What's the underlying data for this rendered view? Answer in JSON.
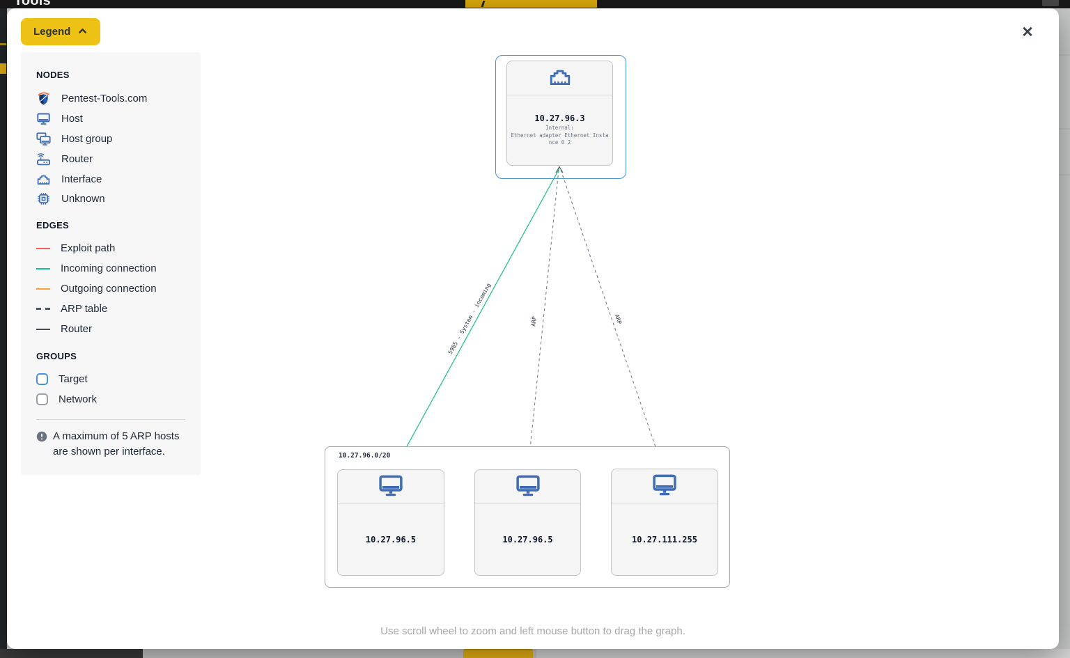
{
  "top_bar": {
    "title": "Tools"
  },
  "modal": {
    "legend_button_label": "Legend",
    "close_glyph": "✕",
    "legend": {
      "nodes_header": "NODES",
      "node_items": [
        {
          "icon": "pentest-tools-logo",
          "label": "Pentest-Tools.com"
        },
        {
          "icon": "host-icon",
          "label": "Host"
        },
        {
          "icon": "host-group-icon",
          "label": "Host group"
        },
        {
          "icon": "router-icon",
          "label": "Router"
        },
        {
          "icon": "interface-icon",
          "label": "Interface"
        },
        {
          "icon": "unknown-icon",
          "label": "Unknown"
        }
      ],
      "edges_header": "EDGES",
      "edge_items": [
        {
          "label": "Exploit path",
          "color": "#f25f5c",
          "style": "solid"
        },
        {
          "label": "Incoming connection",
          "color": "#18bd8d",
          "style": "solid"
        },
        {
          "label": "Outgoing connection",
          "color": "#f6a23b",
          "style": "solid"
        },
        {
          "label": "ARP table",
          "color": "#4b5563",
          "style": "dashed"
        },
        {
          "label": "Router",
          "color": "#45494f",
          "style": "solid"
        }
      ],
      "groups_header": "GROUPS",
      "group_items": [
        {
          "label": "Target",
          "color": "#4a90e2"
        },
        {
          "label": "Network",
          "color": "#9aa0a6"
        }
      ],
      "note": "A maximum of 5 ARP hosts are shown per interface."
    },
    "graph": {
      "interface_node": {
        "ip": "10.27.96.3",
        "desc_line1": "Internal:",
        "desc_line2": "Ethernet adapter Ethernet Insta",
        "desc_line3": "nce 0 2"
      },
      "network_group": {
        "cidr": "10.27.96.0/20"
      },
      "hosts": [
        {
          "ip": "10.27.96.5"
        },
        {
          "ip": "10.27.96.5"
        },
        {
          "ip": "10.27.111.255"
        }
      ],
      "edge_labels": [
        {
          "text": "5985 - System - incoming",
          "type": "incoming-connection"
        },
        {
          "text": "ARP",
          "type": "arp"
        },
        {
          "text": "ARP",
          "type": "arp"
        }
      ]
    },
    "hint": "Use scroll wheel to zoom and left mouse button to drag the graph."
  },
  "colors": {
    "accent_yellow": "#eec215",
    "node_icon_blue": "#3e6cb5",
    "target_group_blue": "#4a90e2",
    "incoming_green": "#18bd8d",
    "exploit_red": "#f25f5c",
    "outgoing_orange": "#f6a23b"
  }
}
